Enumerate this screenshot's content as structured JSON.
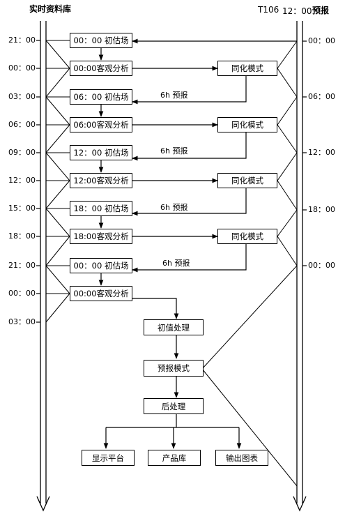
{
  "header": {
    "left_title": "实时资料库",
    "right_title_model": "T106",
    "right_title_time": "12：00",
    "right_title_suffix": "预报"
  },
  "left_times": [
    "21：00",
    "00：00",
    "03：00",
    "06：00",
    "09：00",
    "12：00",
    "15：00",
    "18：00",
    "21：00",
    "00：00",
    "03：00"
  ],
  "right_times": [
    "00：00",
    "06：00",
    "12：00",
    "18：00",
    "00：00"
  ],
  "cycle_boxes": [
    "00：00 初估场",
    "00:00客观分析",
    "06：00 初估场",
    "06:00客观分析",
    "12：00 初估场",
    "12:00客观分析",
    "18：00 初估场",
    "18:00客观分析",
    "00：00 初估场",
    "00:00客观分析"
  ],
  "assim_boxes": [
    "同化模式",
    "同化模式",
    "同化模式",
    "同化模式"
  ],
  "forecast_labels": [
    "6h 预报",
    "6h 预报",
    "6h 预报",
    "6h 预报"
  ],
  "process_boxes": [
    "初值处理",
    "预报模式",
    "后处理"
  ],
  "output_boxes": [
    "显示平台",
    "产品库",
    "输出图表"
  ]
}
